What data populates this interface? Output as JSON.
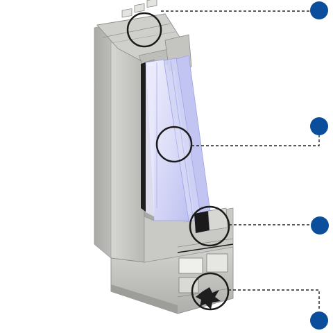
{
  "diagram": {
    "subject": "window-profile-cross-section",
    "colors": {
      "frame_light": "#c9c9c6",
      "frame_mid": "#b3b3b0",
      "frame_dark": "#8f8f8c",
      "glass_light": "#e6e7fb",
      "glass_mid": "#c7c9f3",
      "glass_edge": "#9ea2e6",
      "marker_fill": "#0b4f9c",
      "leader_line": "#222222",
      "seal": "#1e1e1e"
    },
    "markers": [
      {
        "id": "top-frame-detail",
        "icon": "magnifier-circle"
      },
      {
        "id": "glass-unit-detail",
        "icon": "magnifier-circle"
      },
      {
        "id": "spacer-bar-detail",
        "icon": "magnifier-circle"
      },
      {
        "id": "bottom-seal-detail",
        "icon": "magnifier-circle"
      }
    ]
  }
}
